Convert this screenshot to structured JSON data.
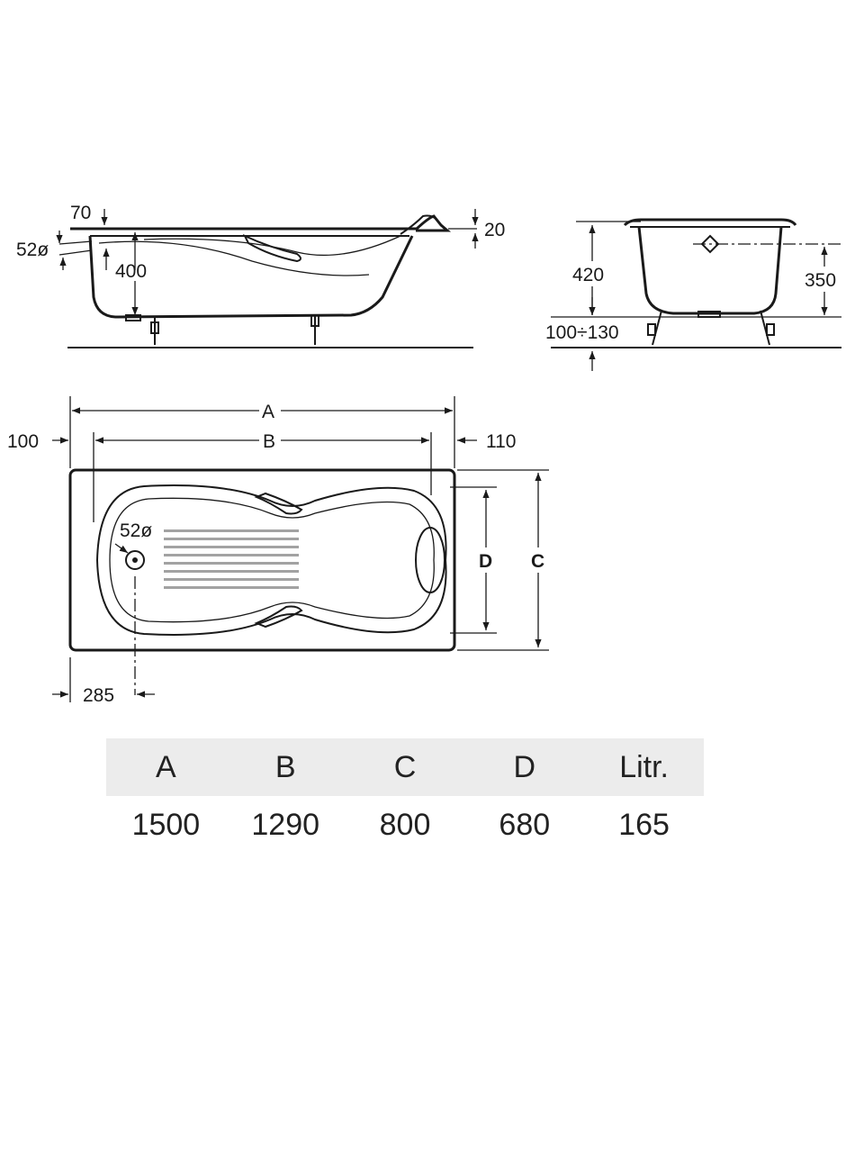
{
  "side_view": {
    "labels": {
      "rim_width": "70",
      "overflow": "52ø",
      "depth": "400",
      "headrest": "20"
    }
  },
  "end_view": {
    "labels": {
      "height": "420",
      "overflow_height": "350",
      "feet": "100÷130"
    }
  },
  "plan_view": {
    "labels": {
      "length": "A",
      "inner_length": "B",
      "left_offset": "100",
      "right_offset": "110",
      "width": "C",
      "inner_width": "D",
      "drain": "52ø",
      "drain_offset": "285"
    }
  },
  "spec_table": {
    "headers": [
      "A",
      "B",
      "C",
      "D",
      "Litr."
    ],
    "values": [
      "1500",
      "1290",
      "800",
      "680",
      "165"
    ]
  }
}
